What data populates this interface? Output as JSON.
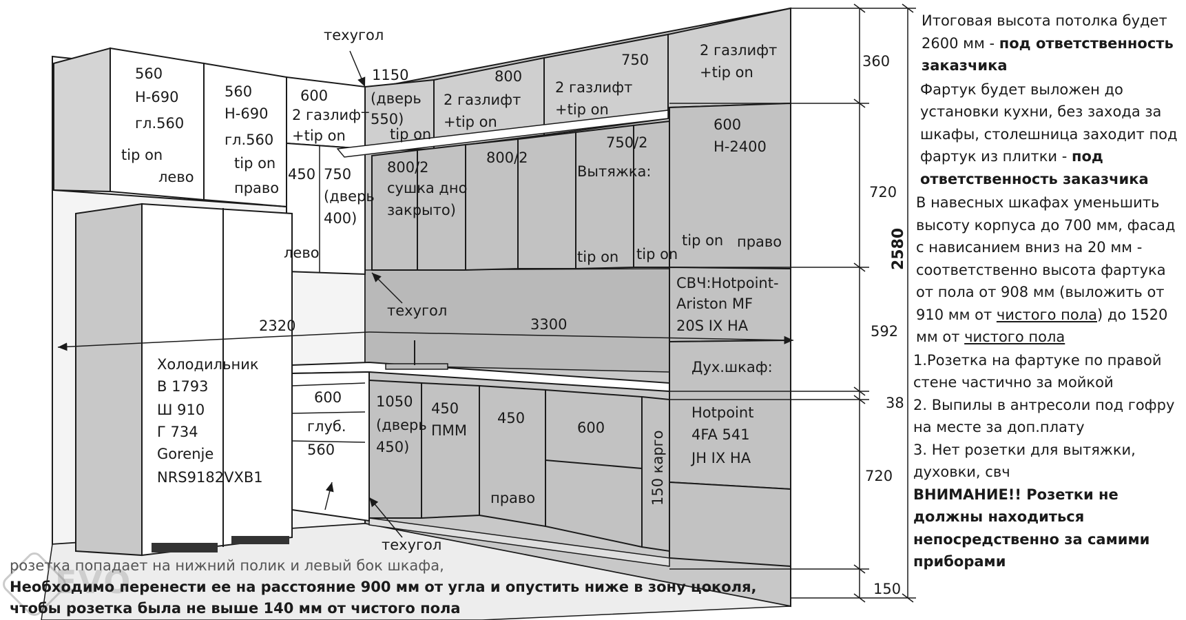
{
  "drawing": {
    "upper_left_cabinets": [
      {
        "lines": [
          "560",
          "Н-690",
          "гл.560"
        ],
        "hinge": "tip on",
        "side": "лево"
      },
      {
        "lines": [
          "560",
          "Н-690",
          "гл.560"
        ],
        "hinge": "tip on",
        "side": "право"
      }
    ],
    "corner_upper": {
      "width": "600",
      "lift": "2 газлифт",
      "tipon": "+tip on"
    },
    "corner_upper_door": {
      "w450": "450",
      "w750": "750",
      "door": "(дверь",
      "door400": "400)",
      "side": "лево"
    },
    "techugol_top": "техугол",
    "corner_1150": {
      "w": "1150",
      "door": "(дверь",
      "door550": "550)",
      "tip": "tip on"
    },
    "right_upper_lifts": [
      {
        "w": "800",
        "lift": "2 газлифт",
        "tipon": "+tip on"
      },
      {
        "w": "750",
        "lift": "2 газлифт",
        "tipon": "+tip on"
      },
      {
        "lift": "2 газлифт",
        "tipon": "+tip on"
      }
    ],
    "right_upper_doors": {
      "dryer": [
        "800/2",
        "сушка дно",
        "закрыто)"
      ],
      "mid": "800/2",
      "hood_w": "750/2",
      "hood": "Вытяжка:",
      "tip1": "tip on",
      "tip2": "tip on"
    },
    "tall_column": {
      "w": "600",
      "h": "Н-2400",
      "tip": "tip on",
      "side": "право",
      "microwave": [
        "СВЧ:Hotpoint-",
        "Ariston MF",
        "20S IX HA"
      ],
      "oven_title": "Дух.шкаф:",
      "oven": [
        "Hotpoint",
        "4FA 541",
        "JH IX HA"
      ]
    },
    "techugol_mid": "техугол",
    "techugol_bottom": "техугол",
    "dim_2320": "2320",
    "dim_3300": "3300",
    "fridge": [
      "Холодильник",
      "В 1793",
      "Ш 910",
      "Г 734",
      "Gorenje",
      "NRS9182VXB1"
    ],
    "left_base": {
      "w": "600",
      "depth": "глуб.",
      "depth_val": "560"
    },
    "base_cabinets": {
      "sink": [
        "1050",
        "(дверь",
        "450)"
      ],
      "dishwasher": [
        "450",
        "ПММ"
      ],
      "b450": "450",
      "b450_side": "право",
      "b600": "600",
      "cargo": "150 карго"
    },
    "vertical_dims": {
      "d360": "360",
      "d720a": "720",
      "d592": "592",
      "d38": "38",
      "d720b": "720",
      "d150": "150",
      "total": "2580"
    }
  },
  "notes": {
    "n1_pre": "Итоговая высота потолка будет 2600 мм - ",
    "n1_bold": "под ответственность заказчика",
    "n2_pre": "Фартук будет выложен до установки кухни, без захода за шкафы,  столешница заходит под фартук из плитки - ",
    "n2_bold": "под ответственность заказчика",
    "n3_a": "В навесных шкафах уменьшить высоту корпуса до 700 мм, фасад с нависанием вниз на 20 мм - соответственно высота фартука от пола от 908 мм (выложить от 910 мм от ",
    "n3_u1": "чистого пола",
    "n3_b": ") до 1520 мм от ",
    "n3_u2": "чистого пола",
    "n4": "1.Розетка на фартуке по правой стене частично за мойкой",
    "n5": "2. Выпилы в антресоли под гофру на месте за доп.плату",
    "n6": "3. Нет розетки для вытяжки, духовки, свч",
    "n7_bold": "ВНИМАНИЕ!! Розетки не должны находиться непосредственно за самими приборами"
  },
  "footer": {
    "line1": "розетка попадает на нижний полик и левый бок шкафа,",
    "line2": "Необходимо перенести ее на расстояние 900 мм от угла и опустить ниже в зону цоколя,",
    "line3": "чтобы розетка была не выше 140 мм от чистого пола"
  },
  "watermark": "EVO"
}
